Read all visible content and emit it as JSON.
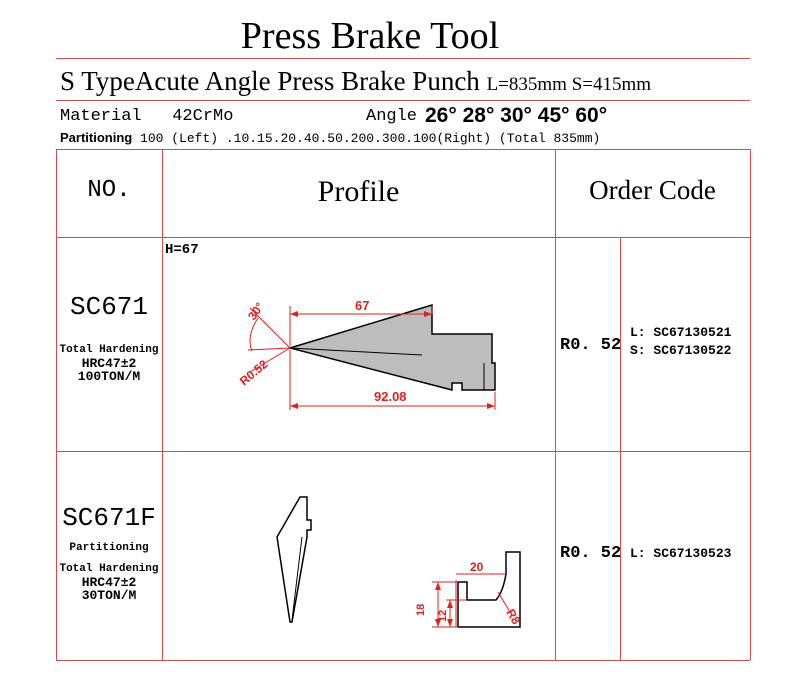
{
  "title": "Press Brake Tool",
  "subtitle": {
    "main": "S TypeAcute Angle Press Brake Punch",
    "dims": "L=835mm S=415mm"
  },
  "specs": {
    "material_label": "Material",
    "material_value": "42CrMo",
    "angle_label": "Angle",
    "angle_values": "26° 28° 30° 45° 60°",
    "partitioning_label": "Partitioning",
    "partitioning_value": "100 (Left) .10.15.20.40.50.200.300.100(Right) (Total 835mm)"
  },
  "table": {
    "headers": {
      "no": "NO.",
      "profile": "Profile",
      "order_code": "Order Code"
    },
    "rows": [
      {
        "code": "SC671",
        "notes": [
          "Total Hardening",
          "HRC47±2",
          "100TON/M"
        ],
        "height": "H=67",
        "radius": "R0. 52",
        "order_lines": [
          "L: SC67130521",
          "S: SC67130522"
        ],
        "drawing": {
          "angle": "30°",
          "radius": "R0.52",
          "top_dim": "67",
          "bottom_dim": "92.08"
        }
      },
      {
        "code": "SC671F",
        "notes": [
          "Partitioning",
          "Total Hardening",
          "HRC47±2",
          "30TON/M"
        ],
        "radius": "R0. 52",
        "order_lines": [
          "L: SC67130523"
        ],
        "drawing": {
          "width_dim": "20",
          "radius": "R8",
          "height_a": "18",
          "height_b": "12"
        }
      }
    ]
  }
}
